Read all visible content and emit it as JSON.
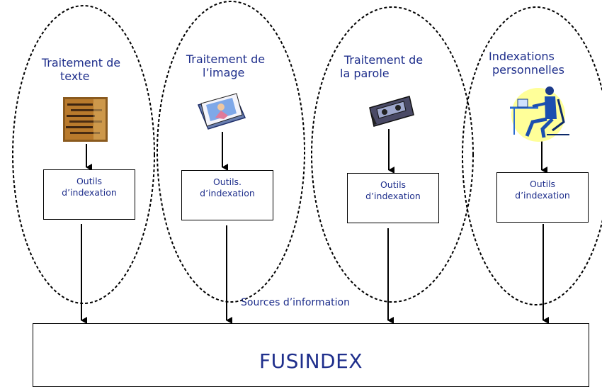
{
  "columns": [
    {
      "title_line1": "Traitement de",
      "title_line2": "texte",
      "tool_line1": "Outils",
      "tool_line2": "d’indexation",
      "icon": "text-document-photo"
    },
    {
      "title_line1": "Traitement de",
      "title_line2": "l’image",
      "tool_line1": "Outils.",
      "tool_line2": "d’indexation",
      "icon": "photo-image"
    },
    {
      "title_line1": "Traitement de",
      "title_line2": "la parole",
      "tool_line1": "Outils",
      "tool_line2": "d’indexation",
      "icon": "audio-cassette"
    },
    {
      "title_line1": "Indexations",
      "title_line2": "personnelles",
      "tool_line1": "Outils",
      "tool_line2": "d’indexation",
      "icon": "person-at-desk"
    }
  ],
  "sources_label": "Sources d’information",
  "fusion": {
    "label": "FUSINDEX"
  },
  "colors": {
    "text": "#1f2f8c",
    "line": "#000000"
  }
}
